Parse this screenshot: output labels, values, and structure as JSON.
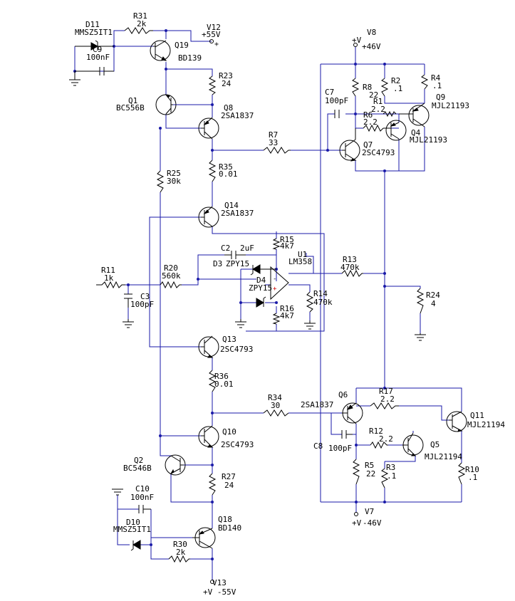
{
  "labels": {
    "D11": "D11",
    "D11v": "MMSZ5IT1",
    "R31": "R31",
    "R31v": "2k",
    "C9": "C9",
    "C9v": "100nF",
    "V12": "V12",
    "V12v": "+55V",
    "Q19": "Q19",
    "Q19v": "BD139",
    "R23": "R23",
    "R23v": "24",
    "Q1": "Q1",
    "Q1v": "BC556B",
    "Q8": "Q8",
    "Q8v": "2SA1837",
    "R25": "R25",
    "R25v": "30k",
    "R7": "R7",
    "R7v": "33",
    "R35": "R35",
    "R35v": "0.01",
    "Q14": "Q14",
    "Q14v": "2SA1837",
    "R15": "R15",
    "R15v": "4k7",
    "C2": "C2",
    "C2v": "2uF",
    "D3": "D3",
    "D3v": "ZPY15",
    "U1": "U1",
    "U1v": "LM358",
    "R11": "R11",
    "R11v": "1k",
    "R20": "R20",
    "R20v": "560k",
    "D4": "D4",
    "D4v": "ZPY15",
    "C3": "C3",
    "C3v": "100pF",
    "R14": "R14",
    "R14v": "470k",
    "R16": "R16",
    "R16v": "4k7",
    "Q13": "Q13",
    "Q13v": "2SC4793",
    "R36": "R36",
    "R36v": "0.01",
    "R34": "R34",
    "R34v": "30",
    "Q10": "Q10",
    "Q10v": "2SC4793",
    "Q2": "Q2",
    "Q2v": "BC546B",
    "R27": "R27",
    "R27v": "24",
    "C10": "C10",
    "C10v": "100nF",
    "D10": "D10",
    "D10v": "MMSZ5IT1",
    "Q18": "Q18",
    "Q18v": "BD140",
    "R30": "R30",
    "R30v": "2k",
    "V13": "V13",
    "V13v": "+V -55V",
    "V8": "V8",
    "V8p": "+V",
    "V8v": "+46V",
    "R8": "R8",
    "R8v": "22",
    "R2": "R2",
    "R2v": ".1",
    "R4": "R4",
    "R4v": ".1",
    "C7": "C7",
    "C7v": "100pF",
    "R1": "R1",
    "R1v": "2.2",
    "R6": "R6",
    "R6v": "2.2",
    "Q9": "Q9",
    "Q9v": "MJL21193",
    "Q4": "Q4",
    "Q4v": "MJL21193",
    "Q7": "Q7",
    "Q7v": "2SC4793",
    "R13": "R13",
    "R13v": "470k",
    "R24": "R24",
    "R24v": "4",
    "Q6": "Q6",
    "Q6v": "2SA1837",
    "R17": "R17",
    "R17v": "2.2",
    "Q11": "Q11",
    "Q11v": "MJL21194",
    "C8": "C8",
    "C8v": "100pF",
    "R12": "R12",
    "R12v": "2.2",
    "Q5": "Q5",
    "Q5v": "MJL21194",
    "R5": "R5",
    "R5v": "22",
    "R3": "R3",
    "R3v": ".1",
    "R10": "R10",
    "R10v": ".1",
    "V7": "V7",
    "V7p": "+V",
    "V7v": "-46V"
  }
}
